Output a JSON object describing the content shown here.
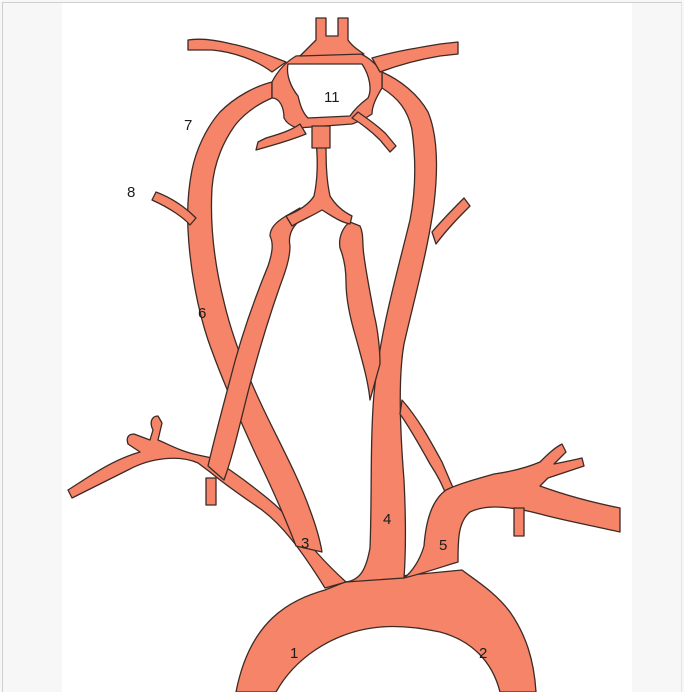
{
  "colors": {
    "vessel_fill": "#f58469",
    "vessel_stroke": "#3d2a25",
    "background": "#ffffff",
    "outer_background": "#f7f7f7"
  },
  "labels": {
    "l1": "1",
    "l2": "2",
    "l3": "3",
    "l4": "4",
    "l5": "5",
    "l6": "6",
    "l7": "7",
    "l8": "8",
    "l11": "11"
  }
}
